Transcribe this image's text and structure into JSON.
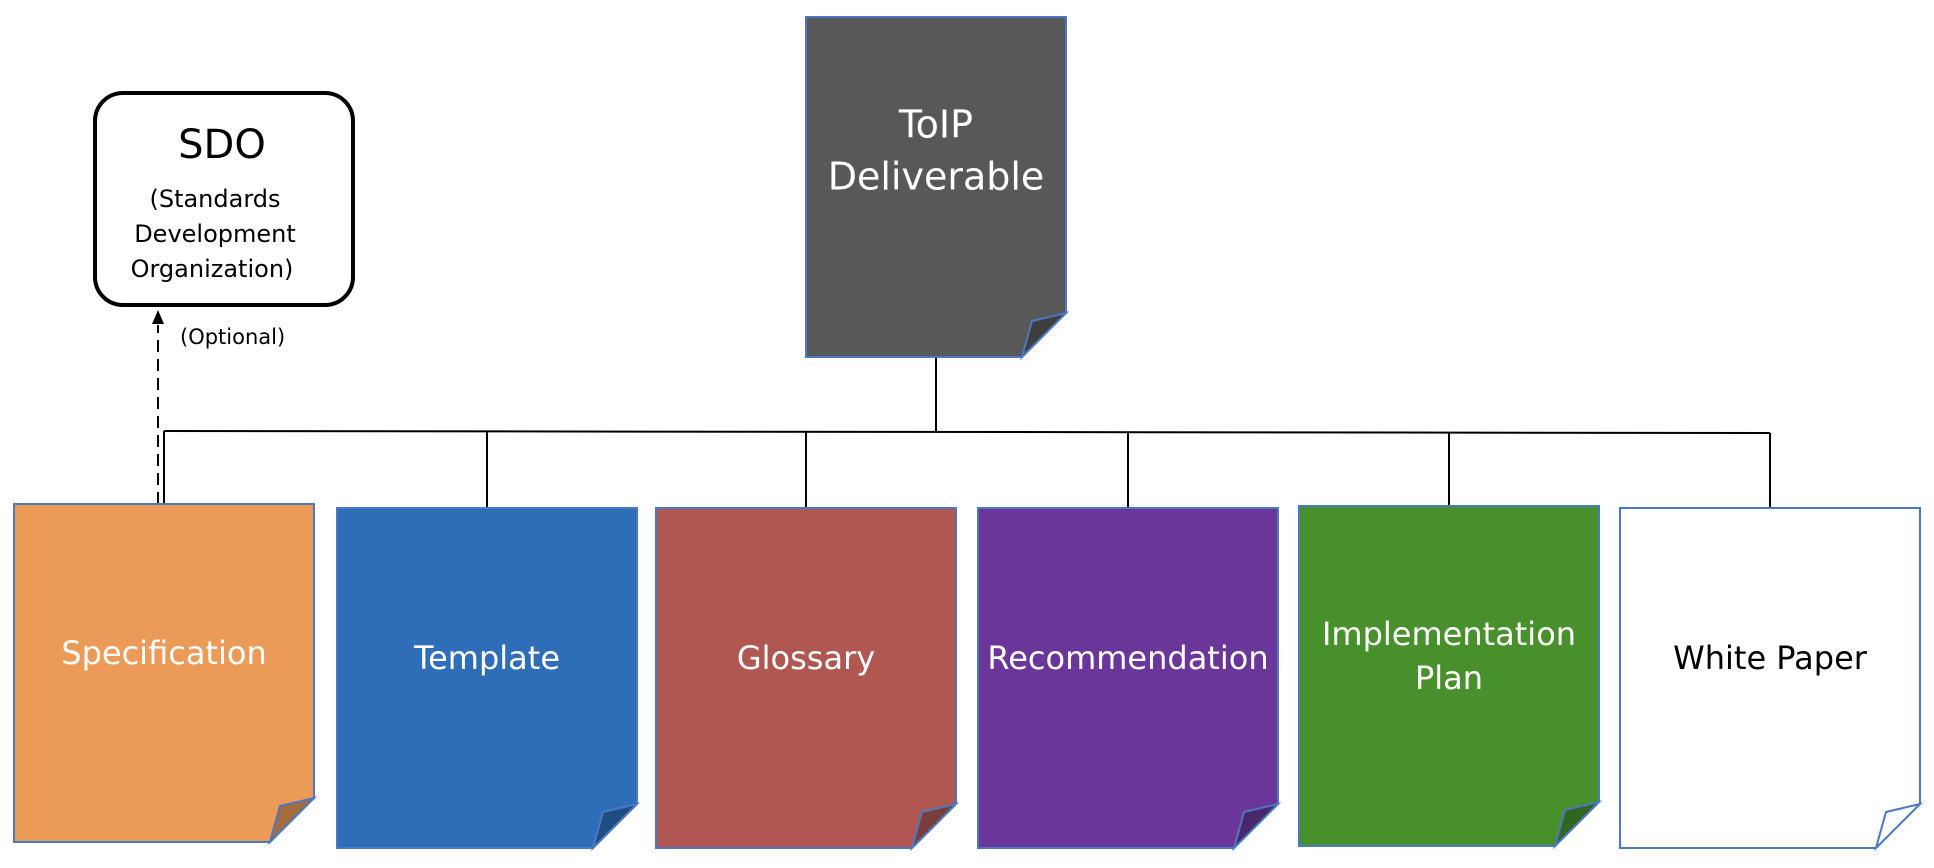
{
  "root": {
    "lines": [
      "ToIP",
      "Deliverable"
    ],
    "color": "#585858"
  },
  "sdo": {
    "title": "SDO",
    "subtitle_lines": [
      "(Standards",
      "Development",
      "Organization)"
    ],
    "link_label": "(Optional)"
  },
  "documents": [
    {
      "id": "specification",
      "lines": [
        "Specification"
      ],
      "color": "#EB9A57",
      "text_color": "#ffffff"
    },
    {
      "id": "template",
      "lines": [
        "Template"
      ],
      "color": "#2E6EB8",
      "text_color": "#ffffff"
    },
    {
      "id": "glossary",
      "lines": [
        "Glossary"
      ],
      "color": "#B05752",
      "text_color": "#ffffff"
    },
    {
      "id": "recommendation",
      "lines": [
        "Recommendation"
      ],
      "color": "#6A3699",
      "text_color": "#ffffff"
    },
    {
      "id": "implementation-plan",
      "lines": [
        "Implementation",
        "Plan"
      ],
      "color": "#47902B",
      "text_color": "#ffffff"
    },
    {
      "id": "white-paper",
      "lines": [
        "White Paper"
      ],
      "color": "#ffffff",
      "text_color": "#000000"
    }
  ]
}
